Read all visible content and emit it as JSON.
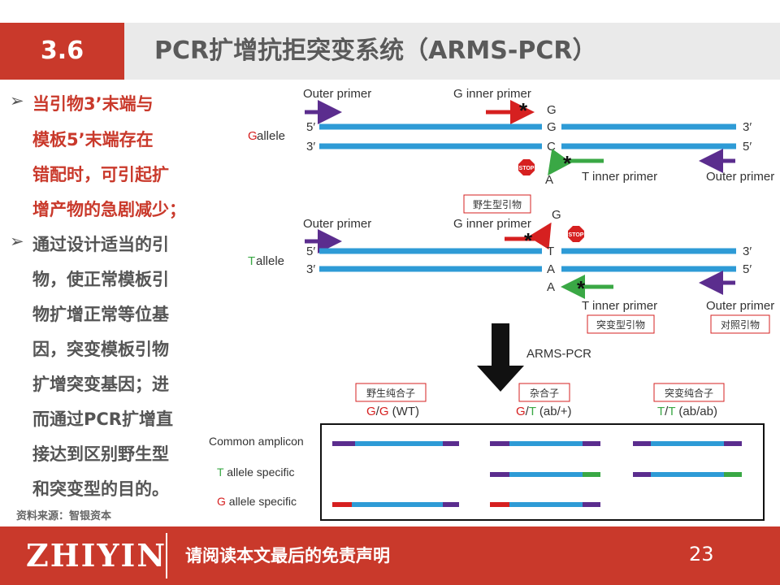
{
  "header": {
    "section_number": "3.6",
    "title": "PCR扩增抗拒突变系统（ARMS-PCR）"
  },
  "left_text": {
    "bullet_marker": "➢",
    "bullet1_lines": [
      "当引物3’末端与",
      "模板5’末端存在",
      "错配时，可引起扩",
      "增产物的急剧减少；"
    ],
    "bullet2_lines": [
      "通过设计适当的引",
      "物，使正常模板引",
      "物扩增正常等位基",
      "因，突变模板引物",
      "扩增突变基因；进",
      "而通过PCR扩增直",
      "接达到区别野生型",
      "和突变型的目的。"
    ],
    "source": "资料来源：智银资本"
  },
  "figure": {
    "g_allele": {
      "allele_letter": "G",
      "allele_word": " allele",
      "outer_primer_label": "Outer primer",
      "inner_primer_label": "G inner primer",
      "inner_primer_base": "G",
      "strand_prime_left_top": "5′",
      "strand_prime_left_bottom": "3′",
      "strand_prime_right_top": "3′",
      "strand_prime_right_bottom": "5′",
      "base_top": "G",
      "base_bottom": "C",
      "t_inner_base": "A",
      "t_inner_label": "T inner primer",
      "outer_primer_right_label": "Outer primer",
      "stop_label": "STOP"
    },
    "t_allele": {
      "allele_letter": "T",
      "allele_word": " allele",
      "outer_primer_label": "Outer primer",
      "inner_primer_label": "G inner primer",
      "inner_primer_base": "G",
      "strand_prime_left_top": "5′",
      "strand_prime_left_bottom": "3′",
      "strand_prime_right_top": "3′",
      "strand_prime_right_bottom": "5′",
      "base_top": "T",
      "base_bottom": "A",
      "t_inner_base": "A",
      "t_inner_label": "T inner primer",
      "outer_primer_right_label": "Outer primer",
      "stop_label": "STOP"
    },
    "tags": {
      "wild_primer": "野生型引物",
      "mutant_primer": "突变型引物",
      "control_primer": "对照引物"
    },
    "arrow_label": "ARMS-PCR",
    "genotypes": [
      {
        "tag": "野生纯合子",
        "g1": "G",
        "sep": "/",
        "g2": "G",
        "desc": " (WT)"
      },
      {
        "tag": "杂合子",
        "g1": "G",
        "sep": "/",
        "g2": "T",
        "desc": " (ab/+)"
      },
      {
        "tag": "突变纯合子",
        "g1": "T",
        "sep": "/",
        "g2": "T",
        "desc": " (ab/ab)"
      }
    ],
    "gel_rows": {
      "common": "Common amplicon",
      "t_letter": "T",
      "t_rest": " allele specific",
      "g_letter": "G",
      "g_rest": " allele specific"
    }
  },
  "footer": {
    "logo_text": "ZHIYIN",
    "disclaimer": "请阅读本文最后的免责声明",
    "page_number": "23"
  },
  "colors": {
    "brand_red": "#c9392b",
    "strand_blue": "#2e9bd6",
    "primer_purple": "#5b2d8e",
    "primer_red": "#d62020",
    "primer_green": "#3aa845"
  }
}
